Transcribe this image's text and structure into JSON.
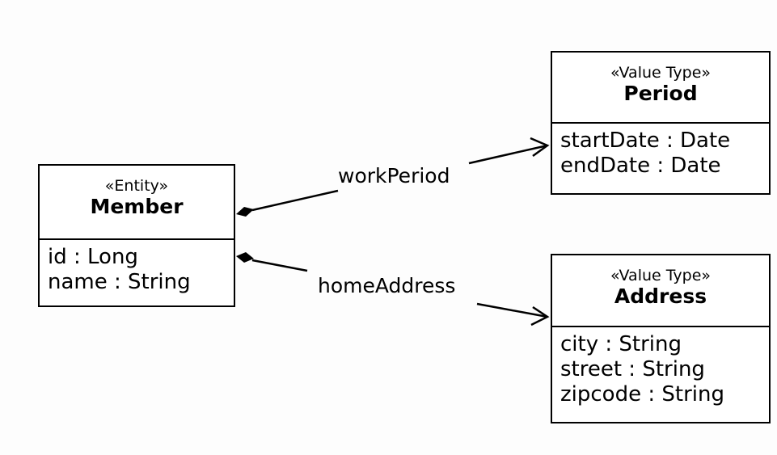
{
  "classes": {
    "member": {
      "stereotype": "«Entity»",
      "name": "Member",
      "attributes": [
        "id : Long",
        "name : String"
      ]
    },
    "period": {
      "stereotype": "«Value Type»",
      "name": "Period",
      "attributes": [
        "startDate : Date",
        "endDate : Date"
      ]
    },
    "address": {
      "stereotype": "«Value Type»",
      "name": "Address",
      "attributes": [
        "city : String",
        "street : String",
        "zipcode : String"
      ]
    }
  },
  "associations": {
    "work": {
      "label": "workPeriod",
      "kind": "composition",
      "from": "Member",
      "to": "Period"
    },
    "home": {
      "label": "homeAddress",
      "kind": "composition",
      "from": "Member",
      "to": "Address"
    }
  },
  "colors": {
    "line": "#000000",
    "background": "#fdfdfd"
  }
}
